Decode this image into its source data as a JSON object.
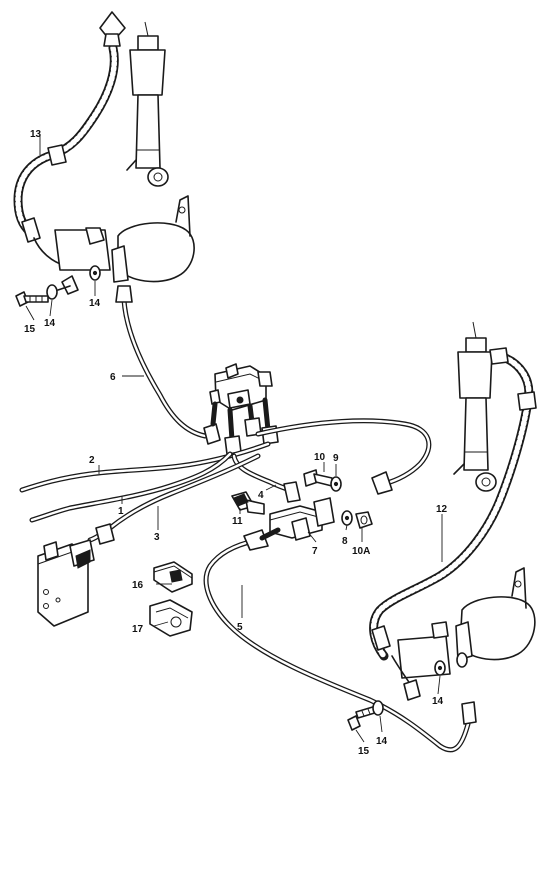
{
  "diagram": {
    "callouts": {
      "c1": "1",
      "c2": "2",
      "c3": "3",
      "c4": "4",
      "c5": "5",
      "c6": "6",
      "c7": "7",
      "c8": "8",
      "c9": "9",
      "c10": "10",
      "c10a": "10A",
      "c11": "11",
      "c12": "12",
      "c13": "13",
      "c14_upper_a": "14",
      "c14_upper_b": "14",
      "c15_upper": "15",
      "c16": "16",
      "c17": "17",
      "c14_lower_a": "14",
      "c14_lower_b": "14",
      "c15_lower": "15"
    }
  }
}
